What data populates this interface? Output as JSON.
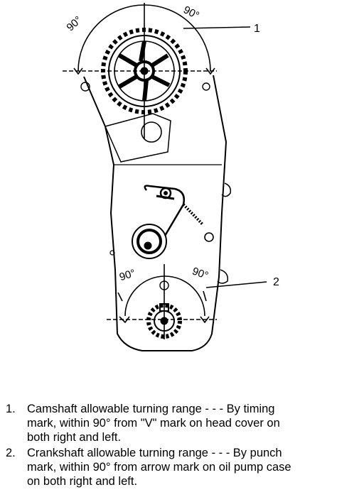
{
  "labels": {
    "cam_left_angle": "90°",
    "cam_right_angle": "90°",
    "crank_left_angle": "90°",
    "crank_right_angle": "90°",
    "callout_1": "1",
    "callout_2": "2"
  },
  "legend": [
    {
      "number": "1.",
      "lines": [
        "Camshaft allowable turning range - - - By timing",
        "mark, within 90° from \"V\" mark on head cover on",
        "both right and left."
      ]
    },
    {
      "number": "2.",
      "lines": [
        "Crankshaft allowable turning range - - - By punch",
        "mark, within 90° from arrow mark on oil pump case",
        "on both right and left."
      ]
    }
  ]
}
